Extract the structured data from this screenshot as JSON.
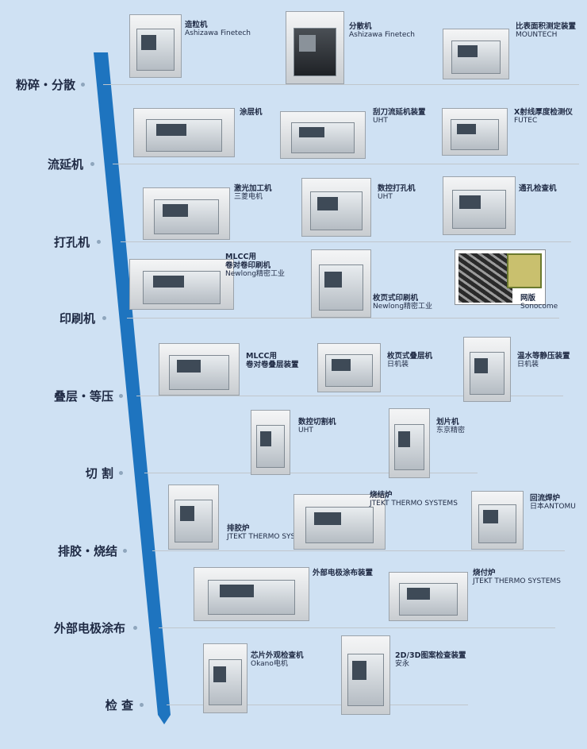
{
  "colors": {
    "background": "#cfe1f3",
    "timeline_bar": "#1e74bf",
    "text": "#1f2a44"
  },
  "stages": [
    "粉碎・分散",
    "流延机",
    "打孔机",
    "印刷机",
    "叠层・等压",
    "切 割",
    "排胶・烧结",
    "外部电极涂布",
    "检 查"
  ],
  "machines": [
    {
      "name": "造粒机",
      "maker": "Ashizawa Finetech"
    },
    {
      "name": "分散机",
      "maker": "Ashizawa Finetech"
    },
    {
      "name": "比表面积测定装置",
      "maker": "MOUNTECH"
    },
    {
      "name": "涂层机",
      "maker": ""
    },
    {
      "name": "刮刀流延机装置",
      "maker": "UHT"
    },
    {
      "name": "X射线厚度检测仪",
      "maker": "FUTEC"
    },
    {
      "name": "激光加工机",
      "maker": "三菱电机"
    },
    {
      "name": "数控打孔机",
      "maker": "UHT"
    },
    {
      "name": "通孔检查机",
      "maker": ""
    },
    {
      "name": "MLCC用",
      "name2": "卷对卷印刷机",
      "maker": "Newlong精密工业"
    },
    {
      "name": "枚页式印刷机",
      "maker": "Newlong精密工业"
    },
    {
      "name": "网版",
      "maker": "Sonocome"
    },
    {
      "name": "MLCC用",
      "name2": "卷对卷叠层装置",
      "maker": ""
    },
    {
      "name": "枚页式叠层机",
      "maker": "日机装"
    },
    {
      "name": "温水等静压装置",
      "maker": "日机装"
    },
    {
      "name": "数控切割机",
      "maker": "UHT"
    },
    {
      "name": "划片机",
      "maker": "东京精密"
    },
    {
      "name": "排胶炉",
      "maker": "JTEKT THERMO SYSTEMS"
    },
    {
      "name": "烧结炉",
      "maker": "JTEKT THERMO SYSTEMS"
    },
    {
      "name": "回流焊炉",
      "maker": "日本ANTOMU"
    },
    {
      "name": "外部电极涂布装置",
      "maker": ""
    },
    {
      "name": "烧付炉",
      "maker": "JTEKT THERMO SYSTEMS"
    },
    {
      "name": "芯片外观检查机",
      "maker": "Okano电机"
    },
    {
      "name": "2D/3D图案检查装置",
      "maker": "安永"
    }
  ]
}
